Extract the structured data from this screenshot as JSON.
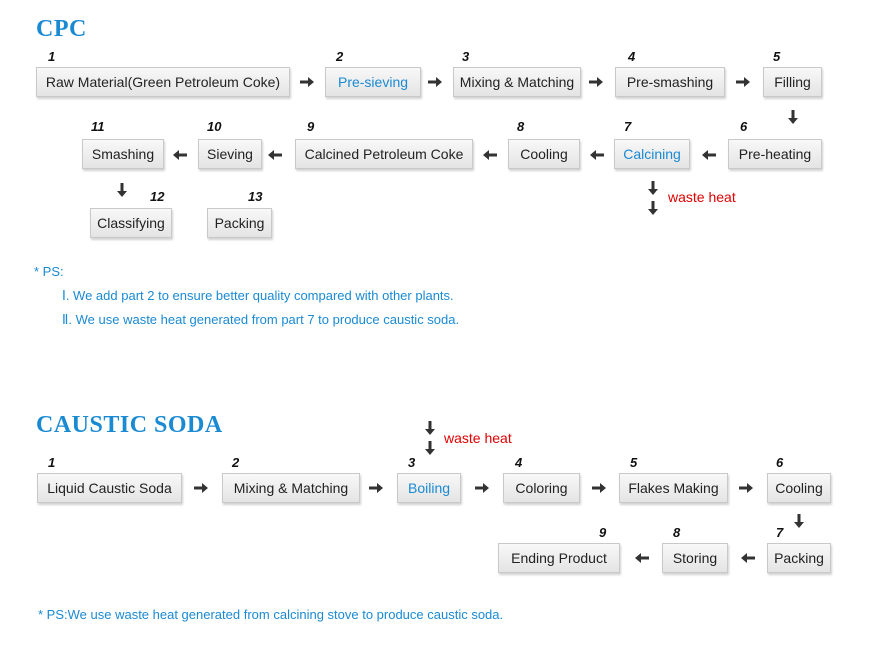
{
  "cpc": {
    "title": "CPC",
    "steps": [
      {
        "num": "1",
        "label": "Raw Material(Green Petroleum Coke)"
      },
      {
        "num": "2",
        "label": "Pre-sieving"
      },
      {
        "num": "3",
        "label": "Mixing & Matching"
      },
      {
        "num": "4",
        "label": "Pre-smashing"
      },
      {
        "num": "5",
        "label": "Filling"
      },
      {
        "num": "6",
        "label": "Pre-heating"
      },
      {
        "num": "7",
        "label": "Calcining"
      },
      {
        "num": "8",
        "label": "Cooling"
      },
      {
        "num": "9",
        "label": "Calcined Petroleum Coke"
      },
      {
        "num": "10",
        "label": "Sieving"
      },
      {
        "num": "11",
        "label": "Smashing"
      },
      {
        "num": "12",
        "label": "Classifying"
      },
      {
        "num": "13",
        "label": "Packing"
      }
    ],
    "waste_heat": "waste heat",
    "ps_title": "* PS:",
    "ps_items": [
      "Ⅰ. We add part 2 to ensure  better quality compared with other plants.",
      "Ⅱ. We use waste heat generated from part 7 to produce caustic soda."
    ]
  },
  "caustic": {
    "title": "CAUSTIC SODA",
    "steps": [
      {
        "num": "1",
        "label": "Liquid Caustic Soda"
      },
      {
        "num": "2",
        "label": "Mixing & Matching"
      },
      {
        "num": "3",
        "label": "Boiling"
      },
      {
        "num": "4",
        "label": "Coloring"
      },
      {
        "num": "5",
        "label": "Flakes Making"
      },
      {
        "num": "6",
        "label": "Cooling"
      },
      {
        "num": "7",
        "label": "Packing"
      },
      {
        "num": "8",
        "label": "Storing"
      },
      {
        "num": "9",
        "label": "Ending Product"
      }
    ],
    "waste_heat": "waste heat",
    "ps": "* PS:We use waste heat generated from calcining stove to produce caustic soda."
  },
  "colors": {
    "accent": "#1a8ad3",
    "waste": "#e00000",
    "arrow": "#333333"
  }
}
